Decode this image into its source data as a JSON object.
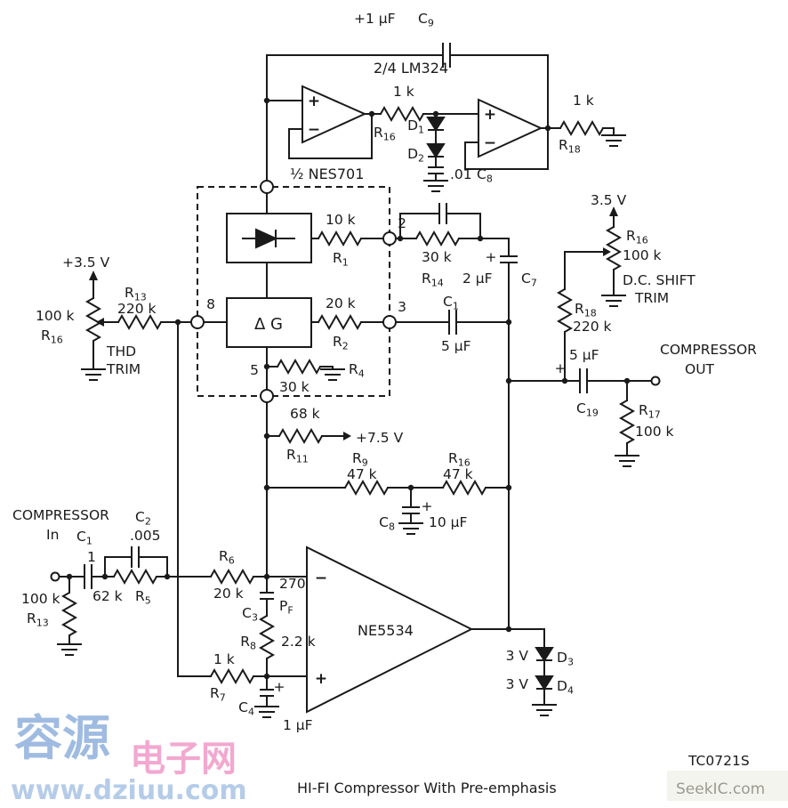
{
  "schematic": {
    "caption": "HI-FI Compressor With Pre-emphasis",
    "part_code": "TC0721S",
    "ics": {
      "lm324": "2/4 LM324",
      "nes701": "½ NES701",
      "ne5534": "NE5534"
    },
    "signs": {
      "plus": "+",
      "minus": "−"
    },
    "pins": {
      "p2": "2",
      "p3": "3",
      "p5": "5",
      "p8": "8"
    },
    "blocks": {
      "delta_g": "Δ G"
    },
    "supplies": {
      "v35_left": "+3.5 V",
      "v35_right": "3.5 V",
      "v75": "+7.5 V"
    },
    "ports": {
      "in1": "COMPRESSOR",
      "in2": "In",
      "out1": "COMPRESSOR",
      "out2": "OUT"
    },
    "trim": {
      "thd1": "THD",
      "thd2": "TRIM",
      "dc1": "D.C. SHIFT",
      "dc2": "TRIM"
    },
    "components": {
      "c9": {
        "ref": "C9",
        "value": "+1 µF"
      },
      "r16_top": {
        "ref": "R16",
        "value": "1 k"
      },
      "d1": {
        "ref": "D1"
      },
      "d2": {
        "ref": "D2"
      },
      "c8_top": {
        "ref": "C8",
        "value": ".01"
      },
      "r18_top": {
        "ref": "R18",
        "value": "1 k"
      },
      "r1": {
        "ref": "R1",
        "value": "10 k"
      },
      "r2": {
        "ref": "R2",
        "value": "20 k"
      },
      "r4": {
        "ref": "R4",
        "value": "30 k"
      },
      "r13_left": {
        "ref": "R13",
        "value": "220 k"
      },
      "r16_thd": {
        "ref": "R16",
        "value": "100 k"
      },
      "r14": {
        "ref": "R14",
        "value": "30 k"
      },
      "c7": {
        "ref": "C7",
        "value": "2 µF"
      },
      "c1_mid": {
        "ref": "C1",
        "value": "5 µF"
      },
      "r18_right": {
        "ref": "R18",
        "value": "220 k"
      },
      "r16_dc": {
        "ref": "R16",
        "value": "100 k"
      },
      "c19": {
        "ref": "C19",
        "value": "5 µF"
      },
      "r17": {
        "ref": "R17",
        "value": "100 k"
      },
      "r11": {
        "ref": "R11",
        "value": "68 k"
      },
      "r9": {
        "ref": "R9",
        "value": "47 k"
      },
      "r16_mid": {
        "ref": "R16",
        "value": "47 k"
      },
      "c8_mid": {
        "ref": "C8",
        "value": "10 µF"
      },
      "c1_in": {
        "ref": "C1",
        "value": "1"
      },
      "c2": {
        "ref": "C2",
        "value": ".005"
      },
      "r5": {
        "ref": "R5",
        "value": "62 k"
      },
      "r13_in": {
        "ref": "R13",
        "value": "100 k"
      },
      "r6": {
        "ref": "R6",
        "value": "20 k"
      },
      "c3": {
        "ref": "C3",
        "value": "270",
        "unit": "PF"
      },
      "r8": {
        "ref": "R8",
        "value": "2.2 k"
      },
      "r7": {
        "ref": "R7",
        "value": "1 k"
      },
      "c4": {
        "ref": "C4",
        "value": "1 µF"
      },
      "d3": {
        "ref": "D3",
        "value": "3 V"
      },
      "d4": {
        "ref": "D4",
        "value": "3 V"
      }
    }
  },
  "watermarks": {
    "brand_cn_1": "容源",
    "brand_cn_2": "电子网",
    "url": "www.dziuu.com",
    "site": "SeekIC.com"
  },
  "colors": {
    "ink": "#1a1a1a",
    "background": "#ffffff",
    "wm_blue": "#8fb0dc",
    "wm_pink": "#f093c5",
    "wm_url_blue": "#a9c4e6",
    "wm_gray": "#9a9a92"
  }
}
